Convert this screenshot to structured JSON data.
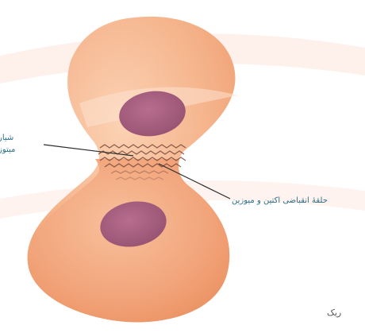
{
  "labels": {
    "cleavage_furrow_line1": "شیار",
    "cleavage_furrow_line2": "میتوز",
    "contractile_ring": "حلقهٔ انقباضی اکتین و میوزین",
    "corner_text": "ریک"
  },
  "colors": {
    "cell_fill": "#f2a47a",
    "cell_highlight": "#fbd2b4",
    "nucleus_fill": "#a25b7a",
    "background_stripe": "#fce2d6",
    "label_text": "#2c6f8a"
  },
  "icons": {
    "contractile_ring_pattern": "zigzag-filament-icon"
  }
}
